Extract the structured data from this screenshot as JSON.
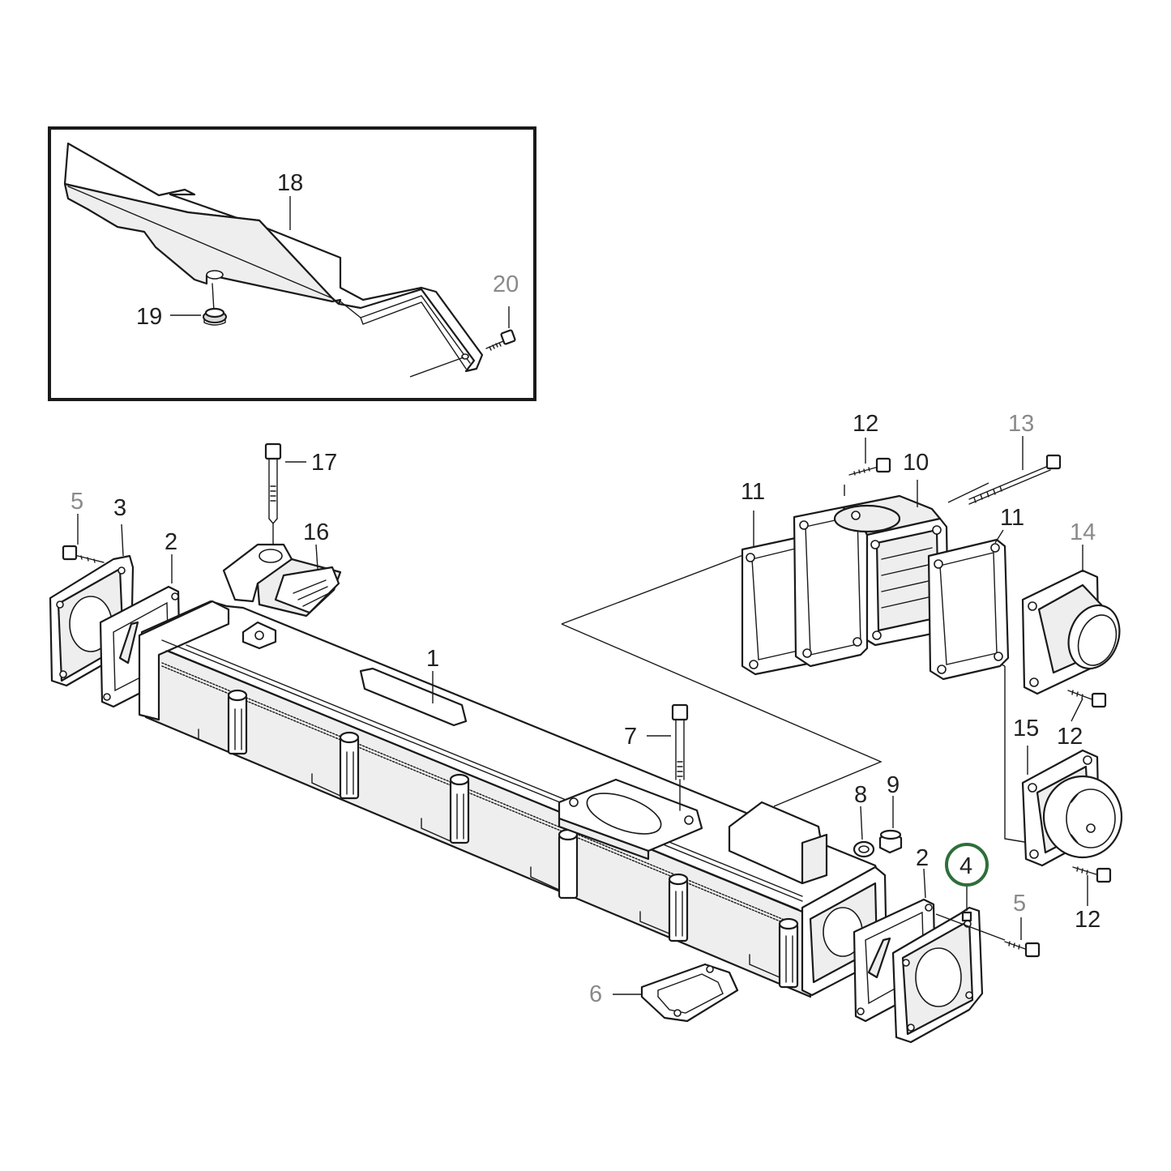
{
  "callouts": {
    "c1": "1",
    "c2_left": "2",
    "c2_right": "2",
    "c3": "3",
    "c4": "4",
    "c5_left": "5",
    "c5_right": "5",
    "c6": "6",
    "c7": "7",
    "c8": "8",
    "c9": "9",
    "c10": "10",
    "c11_left": "11",
    "c11_right": "11",
    "c12_top": "12",
    "c12_mid": "12",
    "c12_bottom": "12",
    "c13": "13",
    "c14": "14",
    "c15": "15",
    "c16": "16",
    "c17": "17",
    "c18": "18",
    "c19": "19",
    "c20": "20"
  },
  "highlighted_part": "4",
  "colors": {
    "highlight": "#2e6e3a",
    "line": "#1a1a1a",
    "grey_label": "#8a8a8a"
  }
}
